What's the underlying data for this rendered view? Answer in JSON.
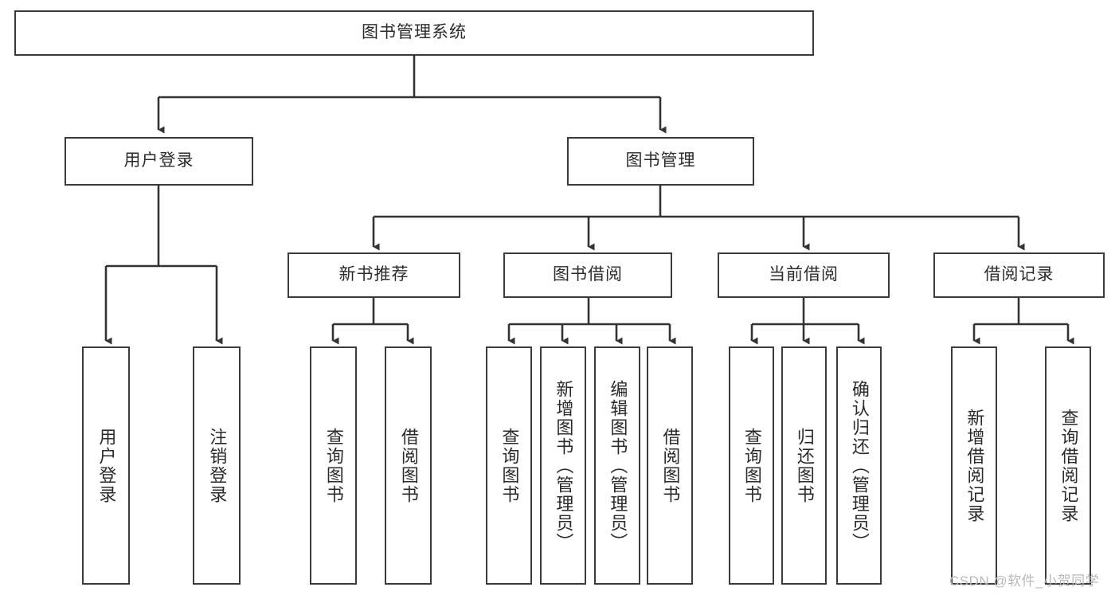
{
  "diagram": {
    "title": "图书管理系统",
    "type": "hierarchy-tree",
    "colors": {
      "box_border": "#3b3b3b",
      "box_fill": "#ffffff",
      "text": "#2b2b2b",
      "connector": "#333333",
      "watermark": "#b9b9b9",
      "background": "#ffffff"
    },
    "levels": {
      "root": {
        "label": "图书管理系统"
      },
      "level2": [
        {
          "label": "用户登录"
        },
        {
          "label": "图书管理"
        }
      ],
      "level3": [
        {
          "label": "新书推荐"
        },
        {
          "label": "图书借阅"
        },
        {
          "label": "当前借阅"
        },
        {
          "label": "借阅记录"
        }
      ],
      "leaves": {
        "user_login": [
          {
            "label": "用户登录"
          },
          {
            "label": "注销登录"
          }
        ],
        "new_book_recommend": [
          {
            "label": "查询图书"
          },
          {
            "label": "借阅图书"
          }
        ],
        "book_borrow": [
          {
            "label": "查询图书"
          },
          {
            "label": "新增图书（管理员）"
          },
          {
            "label": "编辑图书（管理员）"
          },
          {
            "label": "借阅图书"
          }
        ],
        "current_borrow": [
          {
            "label": "查询图书"
          },
          {
            "label": "归还图书"
          },
          {
            "label": "确认归还（管理员）"
          }
        ],
        "borrow_record": [
          {
            "label": "新增借阅记录"
          },
          {
            "label": "查询借阅记录"
          }
        ]
      }
    },
    "watermark": "CSDN @软件_小贺同学"
  }
}
